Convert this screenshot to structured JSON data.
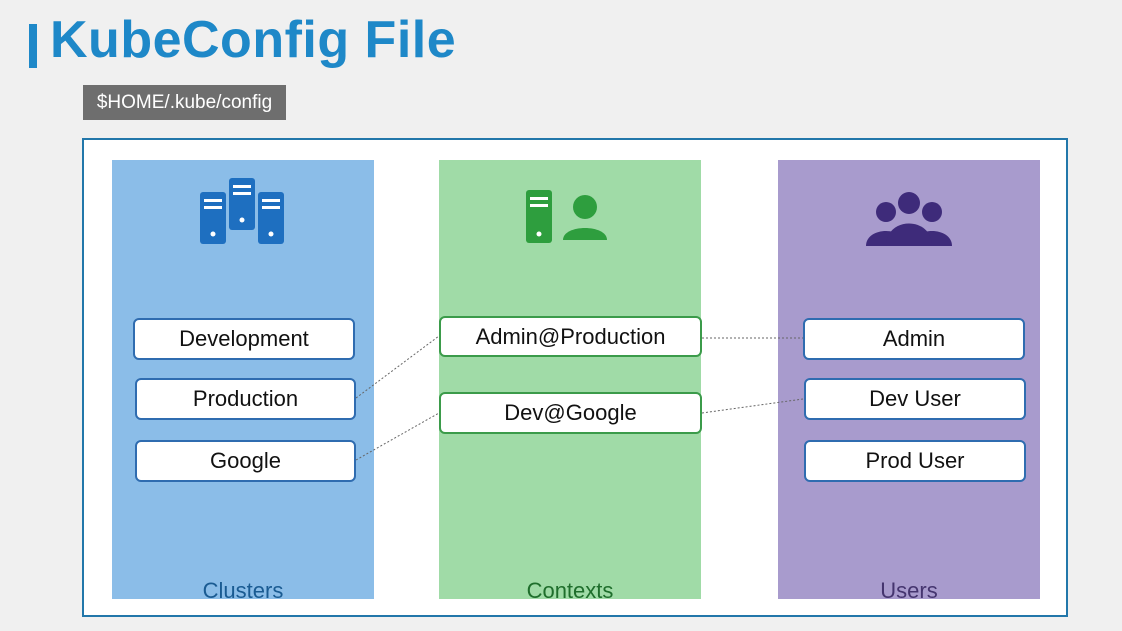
{
  "title": "KubeConfig File",
  "path": "$HOME/.kube/config",
  "columns": {
    "clusters": {
      "label": "Clusters",
      "icon": "server-cluster-icon",
      "color": "#8bbde8"
    },
    "contexts": {
      "label": "Contexts",
      "icon": "server-user-icon",
      "color": "#a0dba7"
    },
    "users": {
      "label": "Users",
      "icon": "user-group-icon",
      "color": "#a89bcd"
    }
  },
  "clusters": [
    "Development",
    "Production",
    "Google"
  ],
  "contexts": [
    "Admin@Production",
    "Dev@Google"
  ],
  "users": [
    "Admin",
    "Dev User",
    "Prod User"
  ],
  "links": [
    {
      "from": "Production",
      "to": "Admin@Production"
    },
    {
      "from": "Google",
      "to": "Dev@Google"
    },
    {
      "from": "Admin@Production",
      "to": "Admin"
    },
    {
      "from": "Dev@Google",
      "to": "Dev User"
    }
  ]
}
